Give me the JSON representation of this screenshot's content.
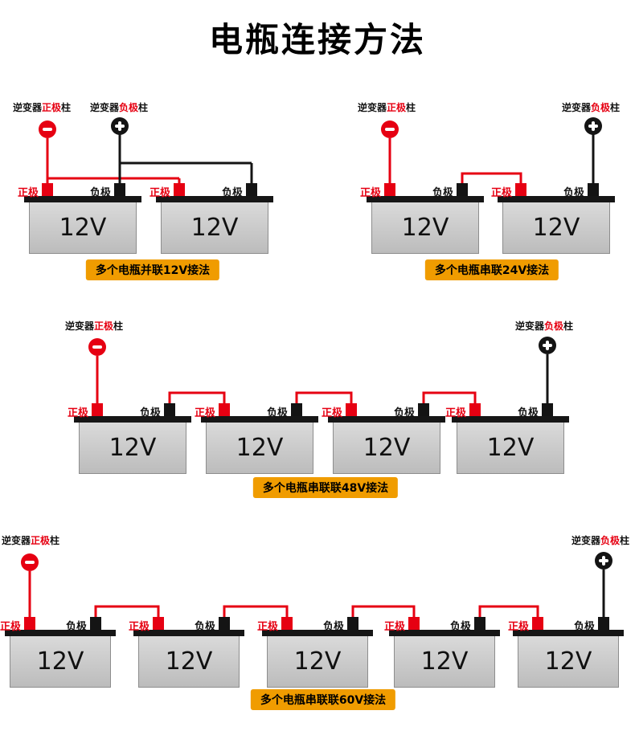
{
  "title": "电瓶连接方法",
  "labels": {
    "inverter": "逆变器",
    "positive": "正极",
    "negative": "负极",
    "pole": "柱",
    "voltage": "12V"
  },
  "sections": [
    {
      "name": "parallel-12v",
      "caption": "多个电瓶并联12V接法",
      "battery_count": 2
    },
    {
      "name": "series-24v",
      "caption": "多个电瓶串联24V接法",
      "battery_count": 2
    },
    {
      "name": "series-48v",
      "caption": "多个电瓶串联联48V接法",
      "battery_count": 4
    },
    {
      "name": "series-60v",
      "caption": "多个电瓶串联联60V接法",
      "battery_count": 5
    }
  ],
  "colors": {
    "positive_wire": "#e60012",
    "negative_wire": "#141414",
    "caption_background": "#f09c00",
    "battery_body": "#c9c9c9"
  }
}
